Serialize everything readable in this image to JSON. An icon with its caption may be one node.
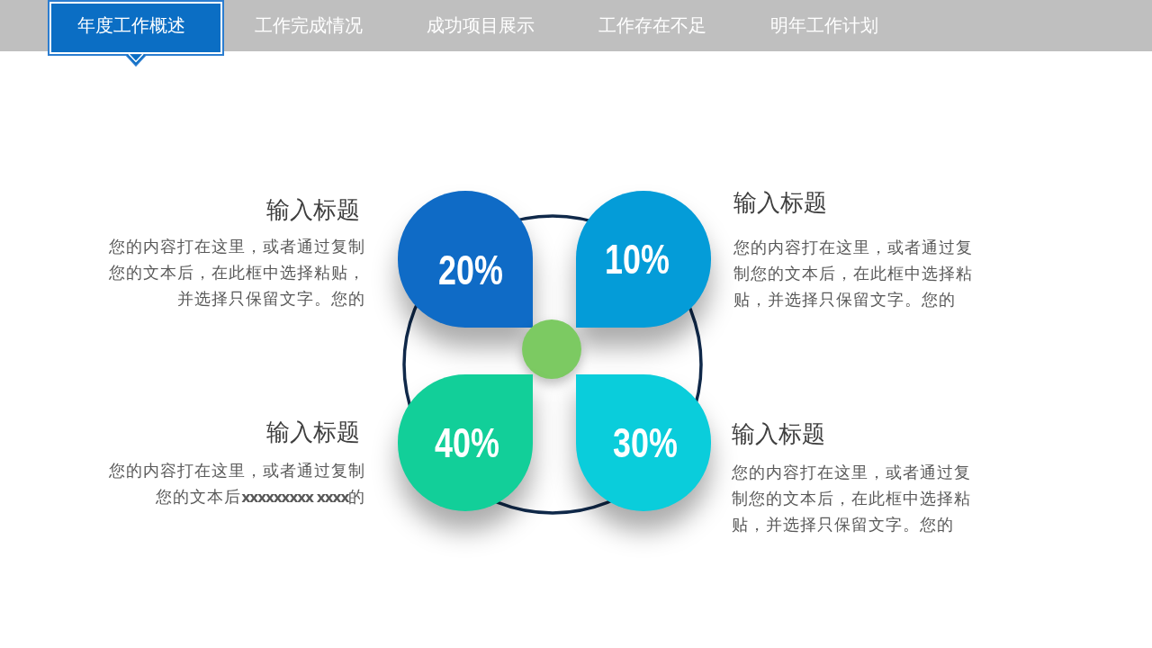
{
  "diagram": {
    "nodes": [
      {
        "text": [
          "年度工作概述"
        ]
      },
      {
        "text": [
          "20%"
        ],
        "beside": [
          "输入标题",
          "您的内容打在这里，或者通过复制您的文本后，在此框中选择粘贴，并选择只保留文字。您的"
        ]
      },
      {
        "text": [
          "10%"
        ],
        "beside": [
          "输入标题",
          "您的内容打在这里，或者通过复制您的文本后，在此框中选择粘贴，并选择只保留文字。您的"
        ]
      },
      {
        "text": [],
        "shape": "circle"
      },
      {
        "text": [
          "40%"
        ],
        "beside": [
          "输入标题",
          "您的内容打在这里，或者通过复制您的文本后**xxxxxxxxx xxxx**的"
        ]
      },
      {
        "text": [
          "30%"
        ],
        "beside": [
          "输入标题",
          "您的内容打在这里，或者通过复制您的文本后，在此框中选择粘贴，并选择只保留文字。您的"
        ]
      }
    ],
    "labels": [
      "工作完成情况",
      "成功项目展示",
      "工作存在不足",
      "明年工作计划"
    ]
  }
}
